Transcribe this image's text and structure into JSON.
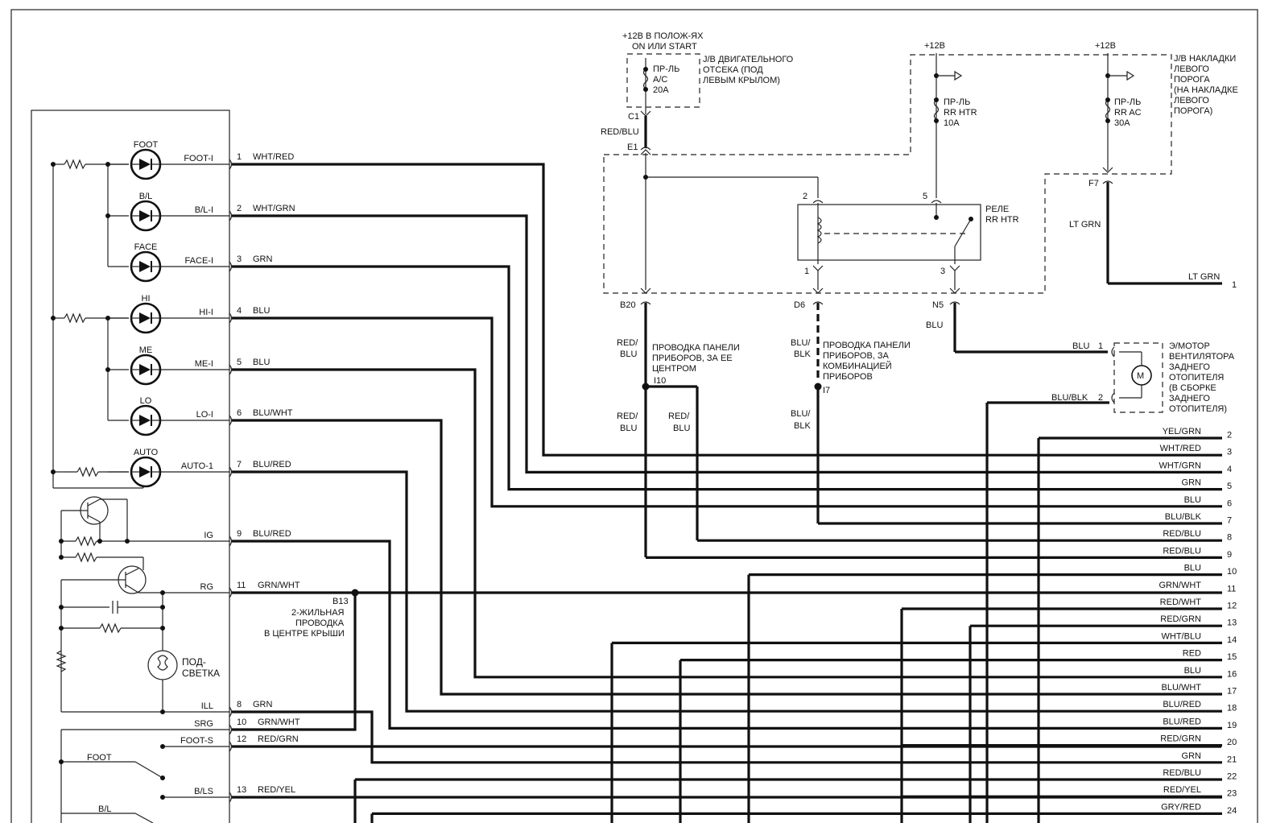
{
  "control_unit": {
    "pins": [
      {
        "pin": "1",
        "name": "FOOT-I",
        "wire": "WHT/RED"
      },
      {
        "pin": "2",
        "name": "B/L-I",
        "wire": "WHT/GRN"
      },
      {
        "pin": "3",
        "name": "FACE-I",
        "wire": "GRN"
      },
      {
        "pin": "4",
        "name": "HI-I",
        "wire": "BLU"
      },
      {
        "pin": "5",
        "name": "ME-I",
        "wire": "BLU"
      },
      {
        "pin": "6",
        "name": "LO-I",
        "wire": "BLU/WHT"
      },
      {
        "pin": "7",
        "name": "AUTO-1",
        "wire": "BLU/RED"
      },
      {
        "pin": "9",
        "name": "IG",
        "wire": "BLU/RED"
      },
      {
        "pin": "11",
        "name": "RG",
        "wire": "GRN/WHT"
      },
      {
        "pin": "8",
        "name": "ILL",
        "wire": "GRN"
      },
      {
        "pin": "10",
        "name": "SRG",
        "wire": "GRN/WHT"
      },
      {
        "pin": "12",
        "name": "FOOT-S",
        "wire": "RED/GRN"
      },
      {
        "pin": "13",
        "name": "B/LS",
        "wire": "RED/YEL"
      }
    ],
    "leds": [
      "FOOT",
      "B/L",
      "FACE",
      "HI",
      "ME",
      "LO",
      "AUTO"
    ],
    "lamp": [
      "ПОД-",
      "СВЕТКА"
    ],
    "switches": [
      "FOOT",
      "B/L"
    ]
  },
  "power": {
    "ign_label": [
      "+12В В ПОЛОЖ-ЯХ",
      "ON ИЛИ START"
    ],
    "engine_jb": [
      "J/B ДВИГАТЕЛЬНОГО",
      "ОТСЕКА (ПОД",
      "ЛЕВЫМ КРЫЛОМ)"
    ],
    "fuse_ac": [
      "ПР-ЛЬ",
      "A/C",
      "20A"
    ],
    "plus12_a": "+12В",
    "plus12_b": "+12В",
    "fuse_rrhtr": [
      "ПР-ЛЬ",
      "RR HTR",
      "10A"
    ],
    "fuse_rrac": [
      "ПР-ЛЬ",
      "RR AC",
      "30A"
    ],
    "sill_jb": [
      "J/B НАКЛАДКИ",
      "ЛЕВОГО",
      "ПОРОГА",
      "(НА НАКЛАДКЕ",
      "ЛЕВОГО",
      "ПОРОГА)"
    ],
    "relay": [
      "РЕЛЕ",
      "RR HTR"
    ]
  },
  "connectors": {
    "C1": "C1",
    "E1": "E1",
    "B20": "B20",
    "D6": "D6",
    "N5": "N5",
    "F7": "F7",
    "I10": "I10",
    "I7": "I7",
    "B13": "B13",
    "relay_pin2": "2",
    "relay_pin5": "5",
    "relay_pin1": "1",
    "relay_pin3": "3"
  },
  "wires": {
    "red_blu": "RED/BLU",
    "red_blu_split": [
      "RED/",
      "BLU"
    ],
    "blu_blk_split": [
      "BLU/",
      "BLK"
    ],
    "lt_grn": "LT GRN",
    "blu": "BLU",
    "motor_blu": "BLU",
    "motor_blu_blk": "BLU/BLK",
    "motor_pin1": "1",
    "motor_pin2": "2",
    "ltgrn_pin": "1"
  },
  "notes": {
    "panel_center": [
      "ПРОВОДКА ПАНЕЛИ",
      "ПРИБОРОВ, ЗА ЕЕ",
      "ЦЕНТРОМ"
    ],
    "panel_cluster": [
      "ПРОВОДКА ПАНЕЛИ",
      "ПРИБОРОВ, ЗА",
      "КОМБИНАЦИЕЙ",
      "ПРИБОРОВ"
    ],
    "roof": [
      "2-ЖИЛЬНАЯ",
      "ПРОВОДКА",
      "В ЦЕНТРЕ КРЫШИ"
    ],
    "motor": [
      "Э/МОТОР",
      "ВЕНТИЛЯТОРА",
      "ЗАДНЕГО",
      "ОТОПИТЕЛЯ",
      "(В СБОРКЕ",
      "ЗАДНЕГО",
      "ОТОПИТЕЛЯ)"
    ],
    "motor_symbol": "M"
  },
  "right_connector": [
    {
      "pin": "2",
      "wire": "YEL/GRN"
    },
    {
      "pin": "3",
      "wire": "WHT/RED"
    },
    {
      "pin": "4",
      "wire": "WHT/GRN"
    },
    {
      "pin": "5",
      "wire": "GRN"
    },
    {
      "pin": "6",
      "wire": "BLU"
    },
    {
      "pin": "7",
      "wire": "BLU/BLK"
    },
    {
      "pin": "8",
      "wire": "RED/BLU"
    },
    {
      "pin": "9",
      "wire": "RED/BLU"
    },
    {
      "pin": "10",
      "wire": "BLU"
    },
    {
      "pin": "11",
      "wire": "GRN/WHT"
    },
    {
      "pin": "12",
      "wire": "RED/WHT"
    },
    {
      "pin": "13",
      "wire": "RED/GRN"
    },
    {
      "pin": "14",
      "wire": "WHT/BLU"
    },
    {
      "pin": "15",
      "wire": "RED"
    },
    {
      "pin": "16",
      "wire": "BLU"
    },
    {
      "pin": "17",
      "wire": "BLU/WHT"
    },
    {
      "pin": "18",
      "wire": "BLU/RED"
    },
    {
      "pin": "19",
      "wire": "BLU/RED"
    },
    {
      "pin": "20",
      "wire": "RED/GRN"
    },
    {
      "pin": "21",
      "wire": "GRN"
    },
    {
      "pin": "22",
      "wire": "RED/BLU"
    },
    {
      "pin": "23",
      "wire": "RED/YEL"
    },
    {
      "pin": "24",
      "wire": "GRY/RED"
    }
  ]
}
